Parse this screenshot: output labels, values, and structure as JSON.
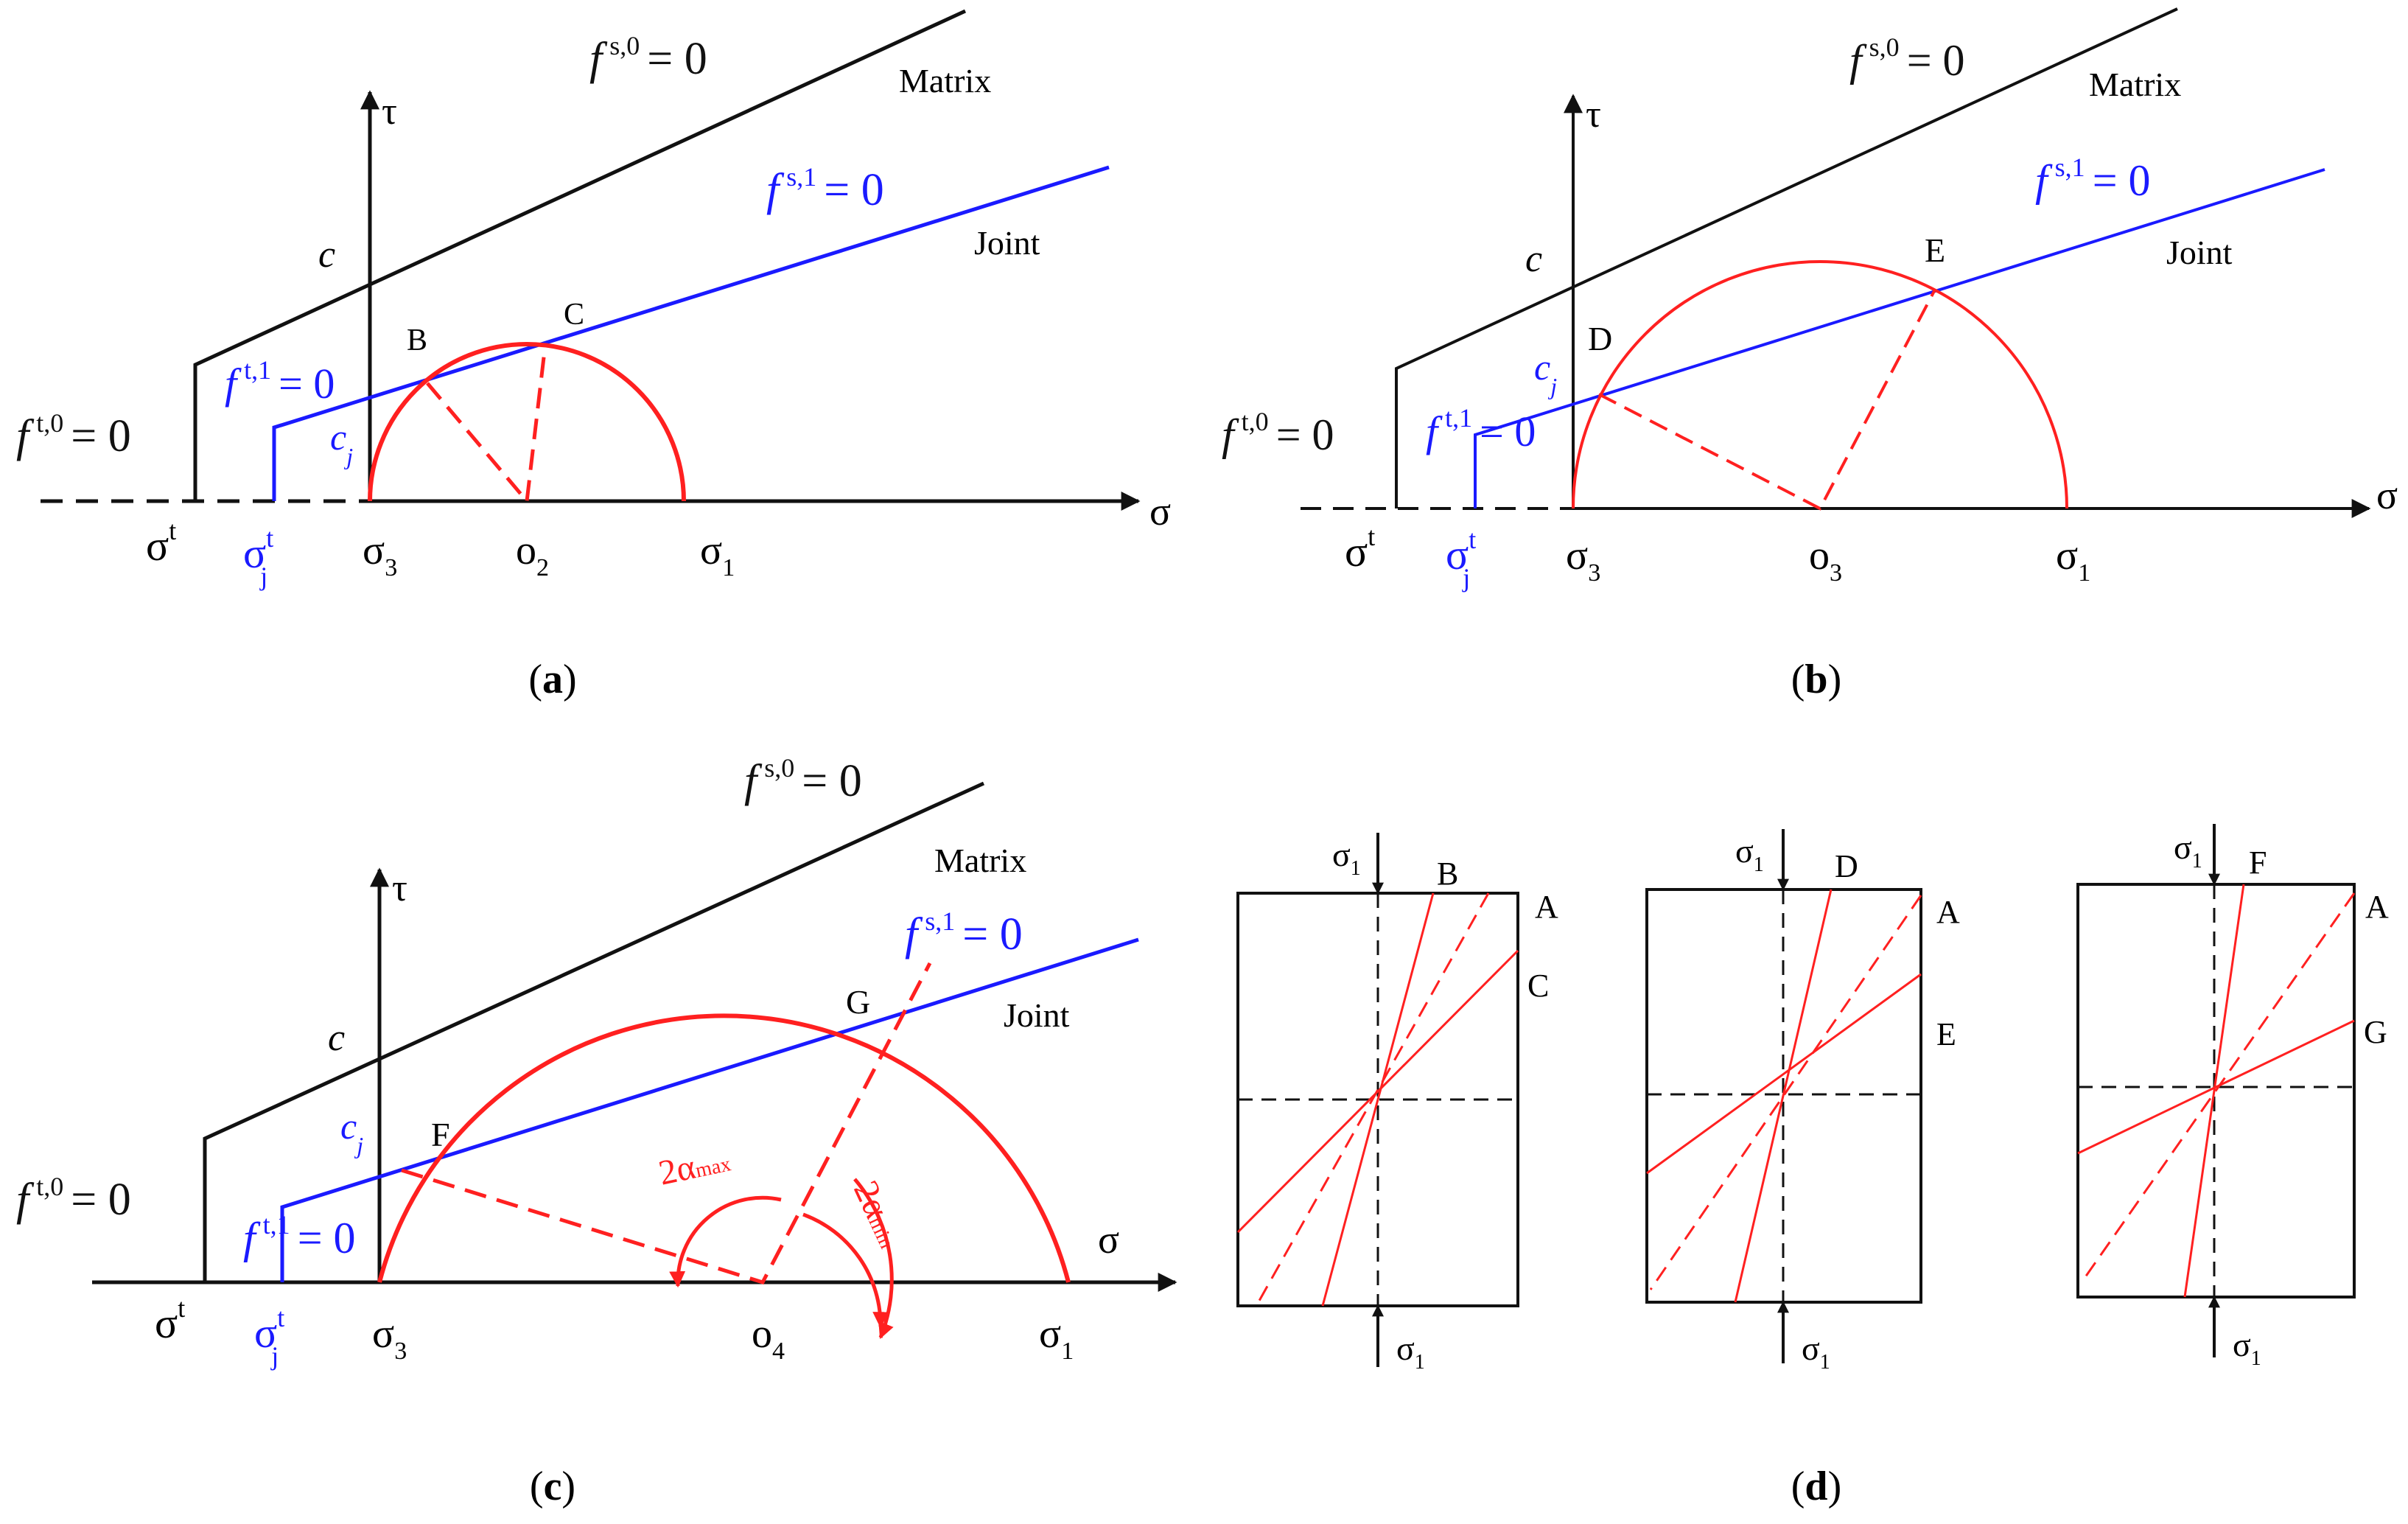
{
  "colors": {
    "black": "#111111",
    "blue": "#1a1aff",
    "red": "#ff2020"
  },
  "panels": {
    "a": {
      "caption_open": "(",
      "caption_letter": "a",
      "caption_close": ")",
      "tau": "τ",
      "sigma": "σ",
      "f_s0_main": "f",
      "f_s0_sup": "s,0",
      "f_s0_eq": "= 0",
      "f_s1_main": "f",
      "f_s1_sup": "s,1",
      "f_s1_eq": "= 0",
      "f_t0_main": "f",
      "f_t0_sup": "t,0",
      "f_t0_eq": "= 0",
      "f_t1_main": "f",
      "f_t1_sup": "t,1",
      "f_t1_eq": "= 0",
      "matrix": "Matrix",
      "joint": "Joint",
      "c": "c",
      "cj_main": "c",
      "cj_sub": "j",
      "sigma_t_main": "σ",
      "sigma_t_sup": "t",
      "sigma_tj_main": "σ",
      "sigma_tj_sup": "t",
      "sigma_tj_sub": "j",
      "sigma3_main": "σ",
      "sigma3_sub": "3",
      "center_main": "o",
      "center_sub": "2",
      "sigma1_main": "σ",
      "sigma1_sub": "1",
      "point1": "B",
      "point2": "C"
    },
    "b": {
      "caption_open": "(",
      "caption_letter": "b",
      "caption_close": ")",
      "tau": "τ",
      "sigma": "σ",
      "f_s0_main": "f",
      "f_s0_sup": "s,0",
      "f_s0_eq": "= 0",
      "f_s1_main": "f",
      "f_s1_sup": "s,1",
      "f_s1_eq": "= 0",
      "f_t0_main": "f",
      "f_t0_sup": "t,0",
      "f_t0_eq": "= 0",
      "f_t1_main": "f",
      "f_t1_sup": "t,1",
      "f_t1_eq": "= 0",
      "matrix": "Matrix",
      "joint": "Joint",
      "c": "c",
      "cj_main": "c",
      "cj_sub": "j",
      "sigma_t_main": "σ",
      "sigma_t_sup": "t",
      "sigma_tj_main": "σ",
      "sigma_tj_sup": "t",
      "sigma_tj_sub": "j",
      "sigma3_main": "σ",
      "sigma3_sub": "3",
      "center_main": "o",
      "center_sub": "3",
      "sigma1_main": "σ",
      "sigma1_sub": "1",
      "point1": "D",
      "point2": "E"
    },
    "c": {
      "caption_open": "(",
      "caption_letter": "c",
      "caption_close": ")",
      "tau": "τ",
      "sigma": "σ",
      "f_s0_main": "f",
      "f_s0_sup": "s,0",
      "f_s0_eq": "= 0",
      "f_s1_main": "f",
      "f_s1_sup": "s,1",
      "f_s1_eq": "= 0",
      "f_t0_main": "f",
      "f_t0_sup": "t,0",
      "f_t0_eq": "= 0",
      "f_t1_main": "f",
      "f_t1_sup": "t,1",
      "f_t1_eq": "= 0",
      "matrix": "Matrix",
      "joint": "Joint",
      "c": "c",
      "cj_main": "c",
      "cj_sub": "j",
      "sigma_t_main": "σ",
      "sigma_t_sup": "t",
      "sigma_tj_main": "σ",
      "sigma_tj_sup": "t",
      "sigma_tj_sub": "j",
      "sigma3_main": "σ",
      "sigma3_sub": "3",
      "center_main": "o",
      "center_sub": "4",
      "sigma1_main": "σ",
      "sigma1_sub": "1",
      "point1": "F",
      "point2": "G",
      "alpha_max_main": "2α",
      "alpha_max_sub": "max",
      "alpha_min_main": "2α",
      "alpha_min_sub": "min"
    },
    "d": {
      "caption_open": "(",
      "caption_letter": "d",
      "caption_close": ")",
      "specimens": [
        {
          "sigma_main": "σ",
          "sigma_sub": "1",
          "top_label": "B",
          "diag_label": "A",
          "low_label": "C"
        },
        {
          "sigma_main": "σ",
          "sigma_sub": "1",
          "top_label": "D",
          "diag_label": "A",
          "low_label": "E"
        },
        {
          "sigma_main": "σ",
          "sigma_sub": "1",
          "top_label": "F",
          "diag_label": "A",
          "low_label": "G"
        }
      ]
    }
  }
}
